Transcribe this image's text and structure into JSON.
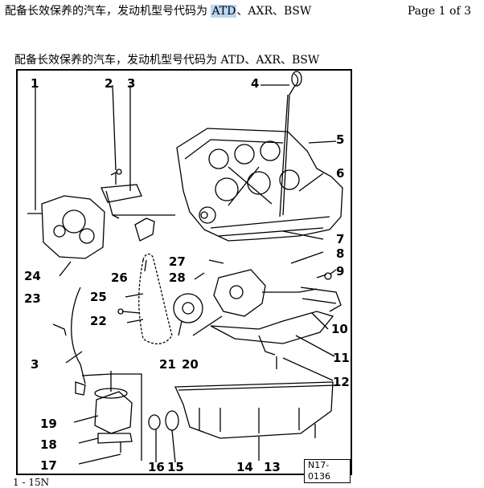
{
  "header": {
    "title_prefix": "配备长效保养的汽车，发动机型号代码为 ",
    "title_highlight": "ATD",
    "title_suffix": "、AXR、BSW",
    "page_indicator": "Page 1 of 3"
  },
  "subtitle": "配备长效保养的汽车，发动机型号代码为 ATD、AXR、BSW",
  "figure": {
    "id": "N17-0136",
    "callouts": [
      "1",
      "2",
      "3",
      "4",
      "5",
      "6",
      "7",
      "8",
      "9",
      "10",
      "11",
      "12",
      "13",
      "14",
      "15",
      "16",
      "17",
      "18",
      "19",
      "20",
      "21",
      "22",
      "23",
      "24",
      "25",
      "26",
      "27",
      "28",
      "3"
    ]
  },
  "footer_fragment": "1 - 15N"
}
